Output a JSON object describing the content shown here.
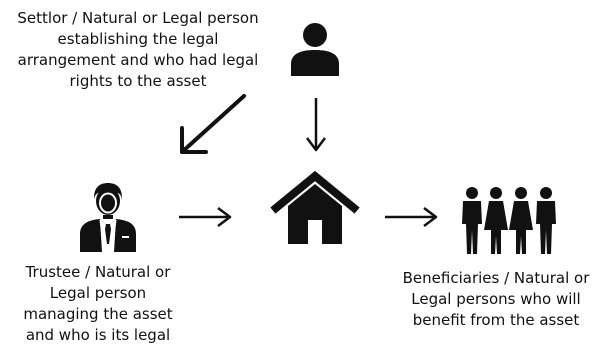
{
  "settlor": {
    "lines": [
      "Settlor / Natural or Legal person",
      "establishing the legal",
      "arrangement and who had legal",
      "rights to the asset"
    ]
  },
  "trustee": {
    "lines": [
      "Trustee / Natural or",
      "Legal person",
      "managing the asset",
      "and who is its legal"
    ]
  },
  "beneficiaries": {
    "lines": [
      "Beneficiaries / Natural or",
      "Legal persons who will",
      "benefit from the asset"
    ]
  },
  "icons": {
    "settlor": "person-icon",
    "trustee": "businessman-icon",
    "asset": "house-icon",
    "beneficiaries": "group-of-people-icon",
    "arrows": [
      "arrow-down-left-icon",
      "arrow-down-icon",
      "arrow-right-icon",
      "arrow-right-icon"
    ]
  },
  "colors": {
    "ink": "#111111",
    "background": "#ffffff"
  }
}
